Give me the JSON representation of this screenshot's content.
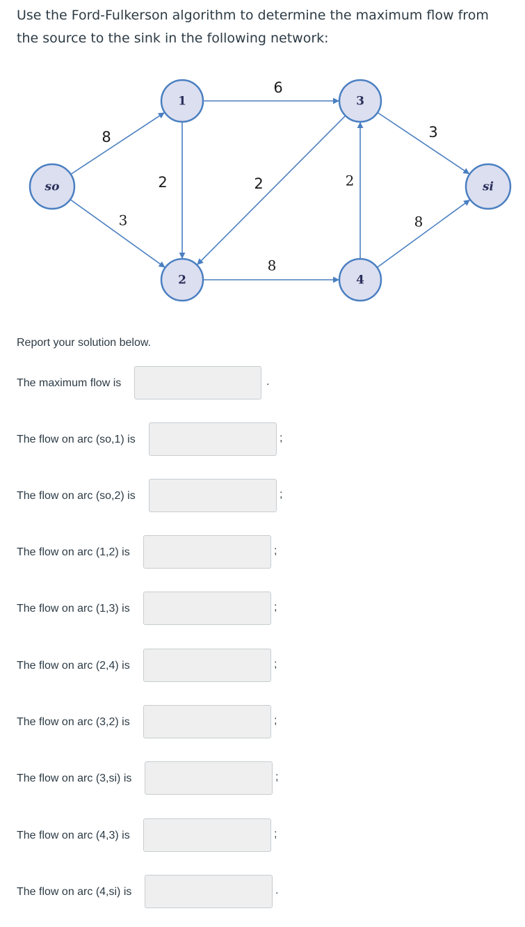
{
  "question": "Use the Ford-Fulkerson algorithm to determine the maximum flow from the source to the sink in the following network:",
  "network": {
    "nodes": [
      {
        "id": "so",
        "label": "so"
      },
      {
        "id": "1",
        "label": "1"
      },
      {
        "id": "2",
        "label": "2"
      },
      {
        "id": "3",
        "label": "3"
      },
      {
        "id": "4",
        "label": "4"
      },
      {
        "id": "si",
        "label": "si"
      }
    ],
    "edges": [
      {
        "from": "so",
        "to": "1",
        "capacity": "8"
      },
      {
        "from": "so",
        "to": "2",
        "capacity": "3"
      },
      {
        "from": "1",
        "to": "2",
        "capacity": "2"
      },
      {
        "from": "1",
        "to": "3",
        "capacity": "6"
      },
      {
        "from": "3",
        "to": "2",
        "capacity": "2"
      },
      {
        "from": "2",
        "to": "4",
        "capacity": "8"
      },
      {
        "from": "4",
        "to": "3",
        "capacity": "2"
      },
      {
        "from": "3",
        "to": "si",
        "capacity": "3"
      },
      {
        "from": "4",
        "to": "si",
        "capacity": "8"
      }
    ],
    "colors": {
      "node_fill": "#dcdff0",
      "node_stroke": "#4a7fc1",
      "edge": "#4a7fc1"
    }
  },
  "report_label": "Report your solution below.",
  "answers": [
    {
      "label": "The maximum flow is",
      "value": "",
      "suffix": "."
    },
    {
      "label": "The flow on arc (so,1) is",
      "value": "",
      "suffix": ";"
    },
    {
      "label": "The flow on arc (so,2) is",
      "value": "",
      "suffix": ";"
    },
    {
      "label": "The flow on arc (1,2) is",
      "value": "",
      "suffix": ";"
    },
    {
      "label": "The flow on arc (1,3) is",
      "value": "",
      "suffix": ";"
    },
    {
      "label": "The flow on arc (2,4) is",
      "value": "",
      "suffix": ";"
    },
    {
      "label": "The flow on arc (3,2) is",
      "value": "",
      "suffix": ";"
    },
    {
      "label": "The flow on arc (3,si) is",
      "value": "",
      "suffix": ";"
    },
    {
      "label": "The flow on arc (4,3) is",
      "value": "",
      "suffix": ";"
    },
    {
      "label": "The flow on arc (4,si) is",
      "value": "",
      "suffix": "."
    }
  ]
}
